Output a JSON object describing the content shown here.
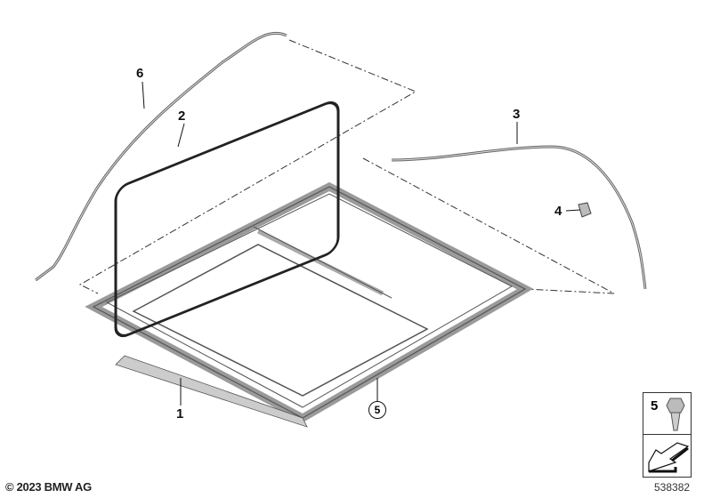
{
  "callouts": [
    {
      "id": "1",
      "label": "1"
    },
    {
      "id": "2",
      "label": "2"
    },
    {
      "id": "3",
      "label": "3"
    },
    {
      "id": "4",
      "label": "4"
    },
    {
      "id": "5",
      "label": "5",
      "circled": true
    },
    {
      "id": "6",
      "label": "6"
    }
  ],
  "legend_box": {
    "part_number": "5",
    "icon": "self-tapping-screw-icon",
    "direction_icon": "arrow-icon"
  },
  "footer": {
    "copyright": "© 2023 BMW AG",
    "diagram_id": "538382"
  }
}
